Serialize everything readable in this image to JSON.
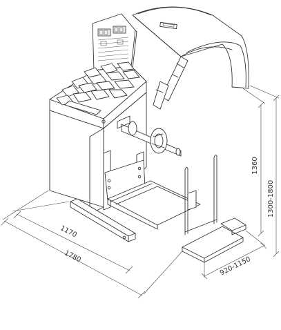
{
  "dimensions": {
    "width_1": "1170",
    "width_2": "1780",
    "depth": "920-1150",
    "height_1": "1360",
    "height_2": "1300-1800"
  },
  "colors": {
    "line": "#333333",
    "background": "#ffffff"
  }
}
